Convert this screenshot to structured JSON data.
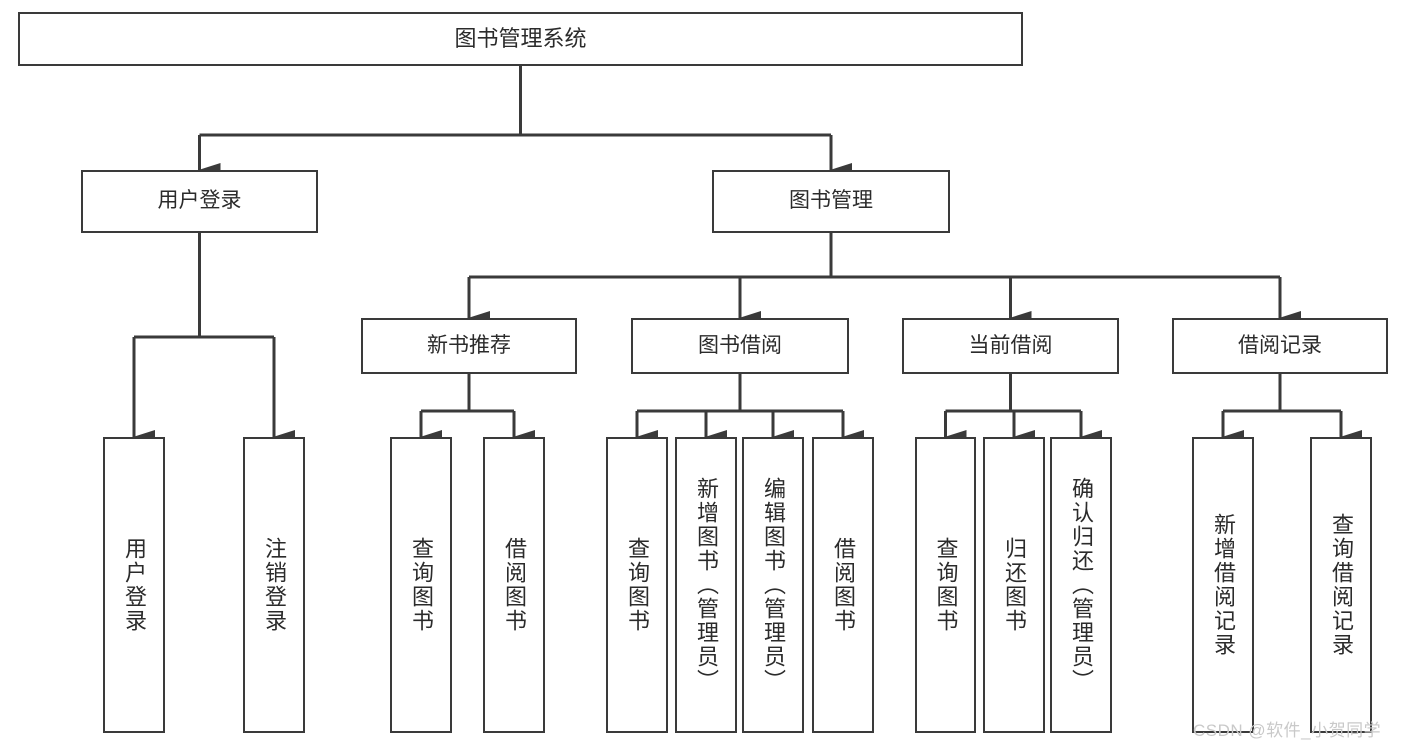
{
  "diagram": {
    "title": "图书管理系统",
    "type": "hierarchy-tree",
    "colors": {
      "line": "#3a3a3a",
      "box_border": "#3a3a3a",
      "box_fill": "#ffffff",
      "text": "#2b2b2b",
      "watermark": "#c9c9c9",
      "background": "#ffffff"
    },
    "root": {
      "label": "图书管理系统"
    },
    "level1": [
      {
        "label": "用户登录"
      },
      {
        "label": "图书管理"
      }
    ],
    "level2": [
      {
        "label": "新书推荐"
      },
      {
        "label": "图书借阅"
      },
      {
        "label": "当前借阅"
      },
      {
        "label": "借阅记录"
      }
    ],
    "leaves": {
      "user_login": [
        {
          "label": "用户登录"
        },
        {
          "label": "注销登录"
        }
      ],
      "new_book_recommend": [
        {
          "label": "查询图书"
        },
        {
          "label": "借阅图书"
        }
      ],
      "book_borrow": [
        {
          "label": "查询图书"
        },
        {
          "label": "新增图书（管理员）"
        },
        {
          "label": "编辑图书（管理员）"
        },
        {
          "label": "借阅图书"
        }
      ],
      "current_borrow": [
        {
          "label": "查询图书"
        },
        {
          "label": "归还图书"
        },
        {
          "label": "确认归还（管理员）"
        }
      ],
      "borrow_record": [
        {
          "label": "新增借阅记录"
        },
        {
          "label": "查询借阅记录"
        }
      ]
    }
  },
  "watermark": {
    "text": "CSDN @软件_小贺同学"
  }
}
